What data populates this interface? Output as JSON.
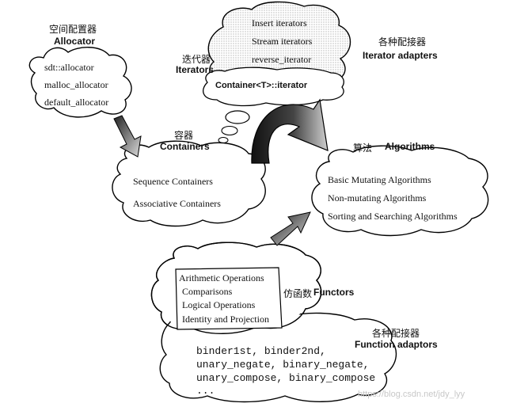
{
  "allocator": {
    "title_zh": "空间配置器",
    "title_en": "Allocator",
    "items": [
      "sdt::allocator",
      "malloc_allocator",
      "default_allocator"
    ]
  },
  "iterators": {
    "title_zh": "迭代器",
    "title_en": "Iterators",
    "items": [
      "Insert iterators",
      "Stream iterators",
      "reverse_iterator"
    ],
    "core": "Container<T>::iterator"
  },
  "iterator_adapters": {
    "title_zh": "各种配接器",
    "title_en": "Iterator adapters"
  },
  "containers": {
    "title_zh": "容器",
    "title_en": "Containers",
    "items": [
      "Sequence Containers",
      "Associative Containers"
    ]
  },
  "algorithms": {
    "title_zh": "算法",
    "title_en": "Algorithms",
    "items": [
      "Basic Mutating Algorithms",
      "Non-mutating Algorithms",
      "Sorting and Searching Algorithms"
    ]
  },
  "functors": {
    "title_zh": "仿函数",
    "title_en": "Functors",
    "items": [
      "Arithmetic Operations",
      "Comparisons",
      "Logical Operations",
      "Identity and Projection"
    ]
  },
  "function_adaptors": {
    "title_zh": "各种配接器",
    "title_en": "Function adaptors",
    "lines": [
      "binder1st, binder2nd,",
      "unary_negate, binary_negate,",
      "unary_compose, binary_compose",
      "..."
    ]
  },
  "watermark": "https://blog.csdn.net/jdy_lyy"
}
